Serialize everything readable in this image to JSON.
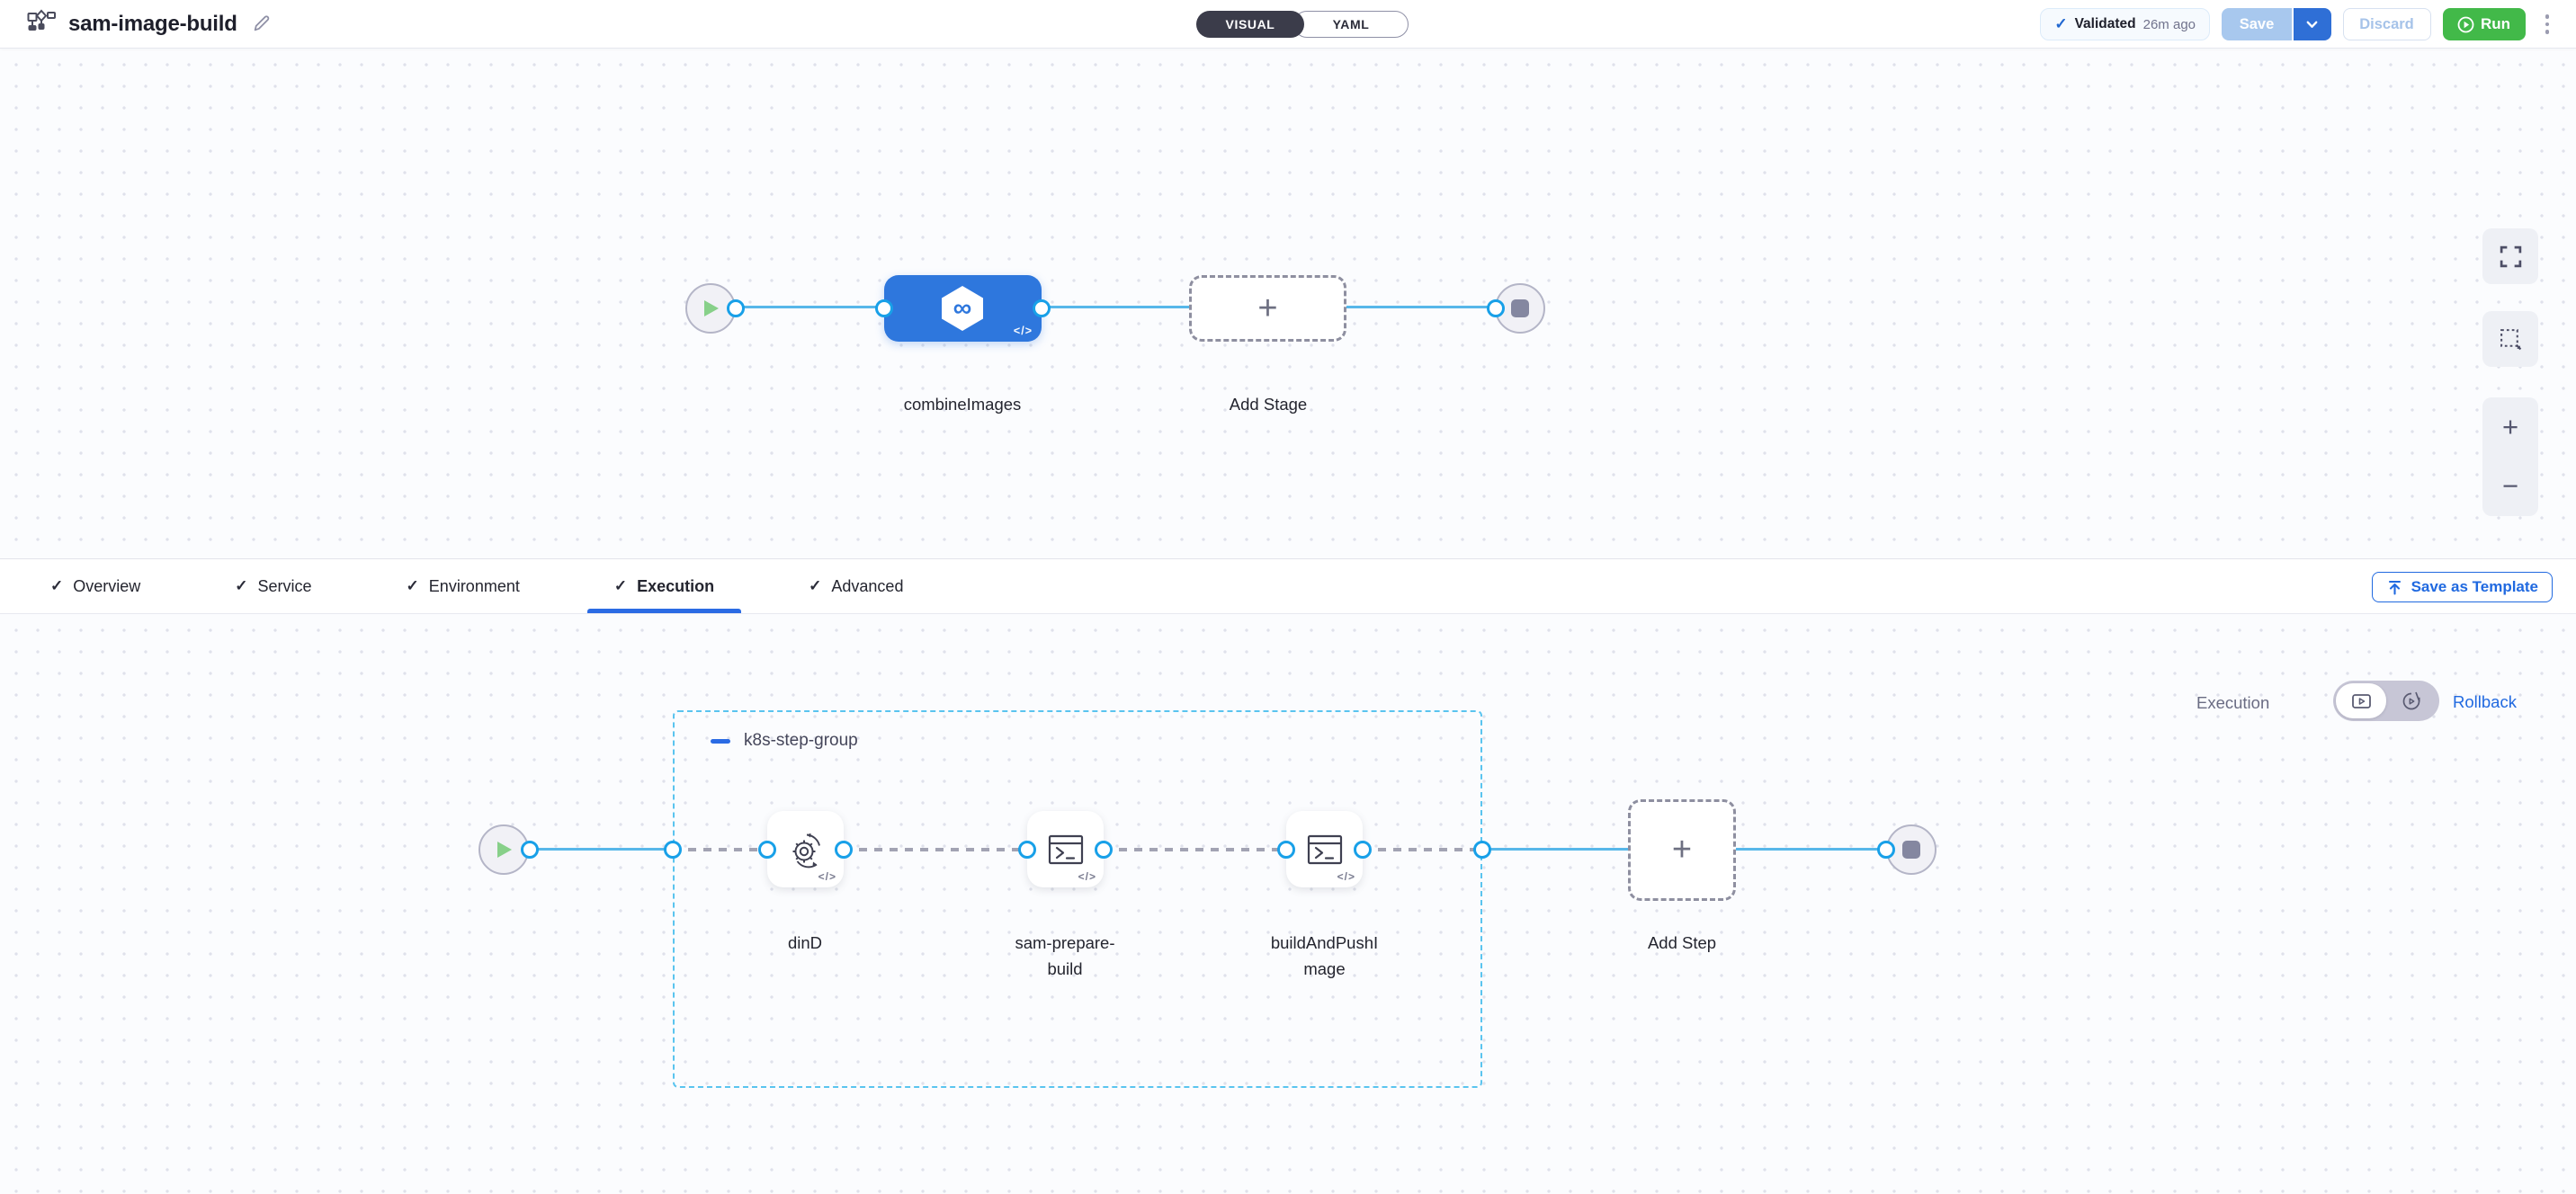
{
  "header": {
    "title": "sam-image-build",
    "mode_toggle": {
      "visual": "VISUAL",
      "yaml": "YAML"
    },
    "validated": {
      "label": "Validated",
      "time": "26m ago"
    },
    "save_label": "Save",
    "discard_label": "Discard",
    "run_label": "Run"
  },
  "stage_canvas": {
    "stage_label": "combineImages",
    "add_stage_label": "Add Stage"
  },
  "tabs": {
    "items": [
      {
        "label": "Overview",
        "active": false
      },
      {
        "label": "Service",
        "active": false
      },
      {
        "label": "Environment",
        "active": false
      },
      {
        "label": "Execution",
        "active": true
      },
      {
        "label": "Advanced",
        "active": false
      }
    ],
    "save_as_template_label": "Save as Template"
  },
  "execution_canvas": {
    "mode_label": "Execution",
    "rollback_label": "Rollback",
    "group_label": "k8s-step-group",
    "steps": [
      {
        "label": "dinD",
        "icon": "gear-sync-icon"
      },
      {
        "label": "sam-prepare-build",
        "icon": "terminal-icon"
      },
      {
        "label": "buildAndPushImage",
        "icon": "terminal-icon"
      }
    ],
    "add_step_label": "Add Step"
  },
  "symbols": {
    "check": "✓",
    "plus": "+",
    "minus": "−",
    "infinity": "∞",
    "code": "</>"
  },
  "colors": {
    "accent_blue": "#2e77dd",
    "link_blue": "#2069e0",
    "run_green": "#42b949",
    "connector_blue": "#57b7e9",
    "group_border_blue": "#5ac4ef",
    "toggle_dark": "#3b3c4a",
    "validated_check_blue": "#2268d1"
  }
}
